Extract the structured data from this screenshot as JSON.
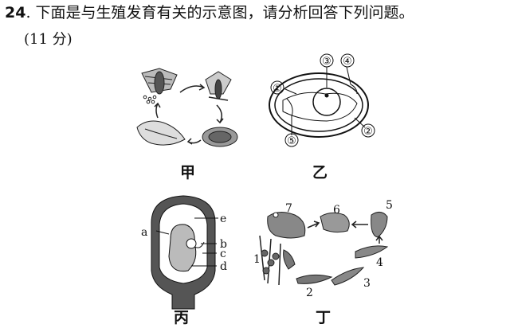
{
  "question": {
    "number": "24",
    "text": ". 下面是与生殖发育有关的示意图，请分析回答下列问题。",
    "score": "(11 分)"
  },
  "figures": {
    "jia": {
      "caption": "甲"
    },
    "yi": {
      "caption": "乙",
      "labels": [
        "①",
        "②",
        "③",
        "④",
        "⑤"
      ]
    },
    "bing": {
      "caption": "丙",
      "labels": [
        "a",
        "b",
        "c",
        "d",
        "e"
      ]
    },
    "ding": {
      "caption": "丁",
      "labels": [
        "1",
        "2",
        "3",
        "4",
        "5",
        "6",
        "7"
      ]
    }
  }
}
